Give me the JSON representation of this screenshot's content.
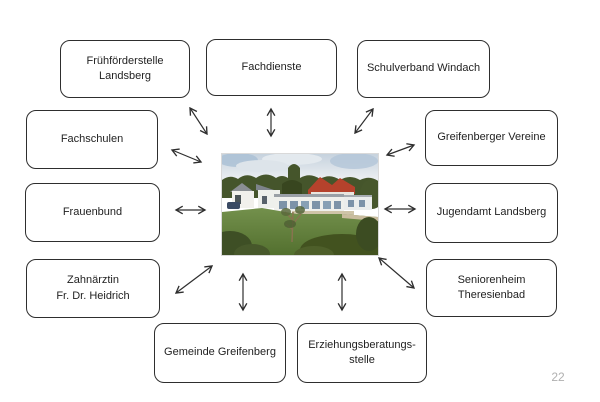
{
  "slide": {
    "page_number": "22",
    "center": {
      "name": "building-photo",
      "description": "photo-of-white-building-with-red-roofed-house-on-green-hillside"
    },
    "nodes": [
      {
        "id": "fruehfoerderstelle",
        "label": "Frühförderstelle\nLandsberg"
      },
      {
        "id": "fachdienste",
        "label": "Fachdienste"
      },
      {
        "id": "schulverband",
        "label": "Schulverband Windach"
      },
      {
        "id": "fachschulen",
        "label": "Fachschulen"
      },
      {
        "id": "greifenberger-vereine",
        "label": "Greifenberger Vereine"
      },
      {
        "id": "frauenbund",
        "label": "Frauenbund"
      },
      {
        "id": "jugendamt",
        "label": "Jugendamt Landsberg"
      },
      {
        "id": "zahnaerztin",
        "label": "Zahnärztin\nFr. Dr. Heidrich"
      },
      {
        "id": "seniorenheim",
        "label": "Seniorenheim\nTheresienbad"
      },
      {
        "id": "gemeinde",
        "label": "Gemeinde Greifenberg"
      },
      {
        "id": "erziehungsberatung",
        "label": "Erziehungsberatungs-\nstelle"
      }
    ],
    "edges": [
      {
        "from": "fruehfoerderstelle",
        "to": "center",
        "bidirectional": true
      },
      {
        "from": "fachdienste",
        "to": "center",
        "bidirectional": true
      },
      {
        "from": "schulverband",
        "to": "center",
        "bidirectional": true
      },
      {
        "from": "fachschulen",
        "to": "center",
        "bidirectional": true
      },
      {
        "from": "greifenberger-vereine",
        "to": "center",
        "bidirectional": true
      },
      {
        "from": "frauenbund",
        "to": "center",
        "bidirectional": true
      },
      {
        "from": "jugendamt",
        "to": "center",
        "bidirectional": true
      },
      {
        "from": "zahnaerztin",
        "to": "center",
        "bidirectional": true
      },
      {
        "from": "seniorenheim",
        "to": "center",
        "bidirectional": true
      },
      {
        "from": "gemeinde",
        "to": "center",
        "bidirectional": true
      },
      {
        "from": "erziehungsberatung",
        "to": "center",
        "bidirectional": true
      }
    ],
    "colors": {
      "background": "#ffffff",
      "box_border": "#2e2e2e",
      "box_fill": "#ffffff",
      "text": "#1f1f1f",
      "arrow": "#2e2e2e",
      "page_number": "#b0b0b0"
    }
  }
}
